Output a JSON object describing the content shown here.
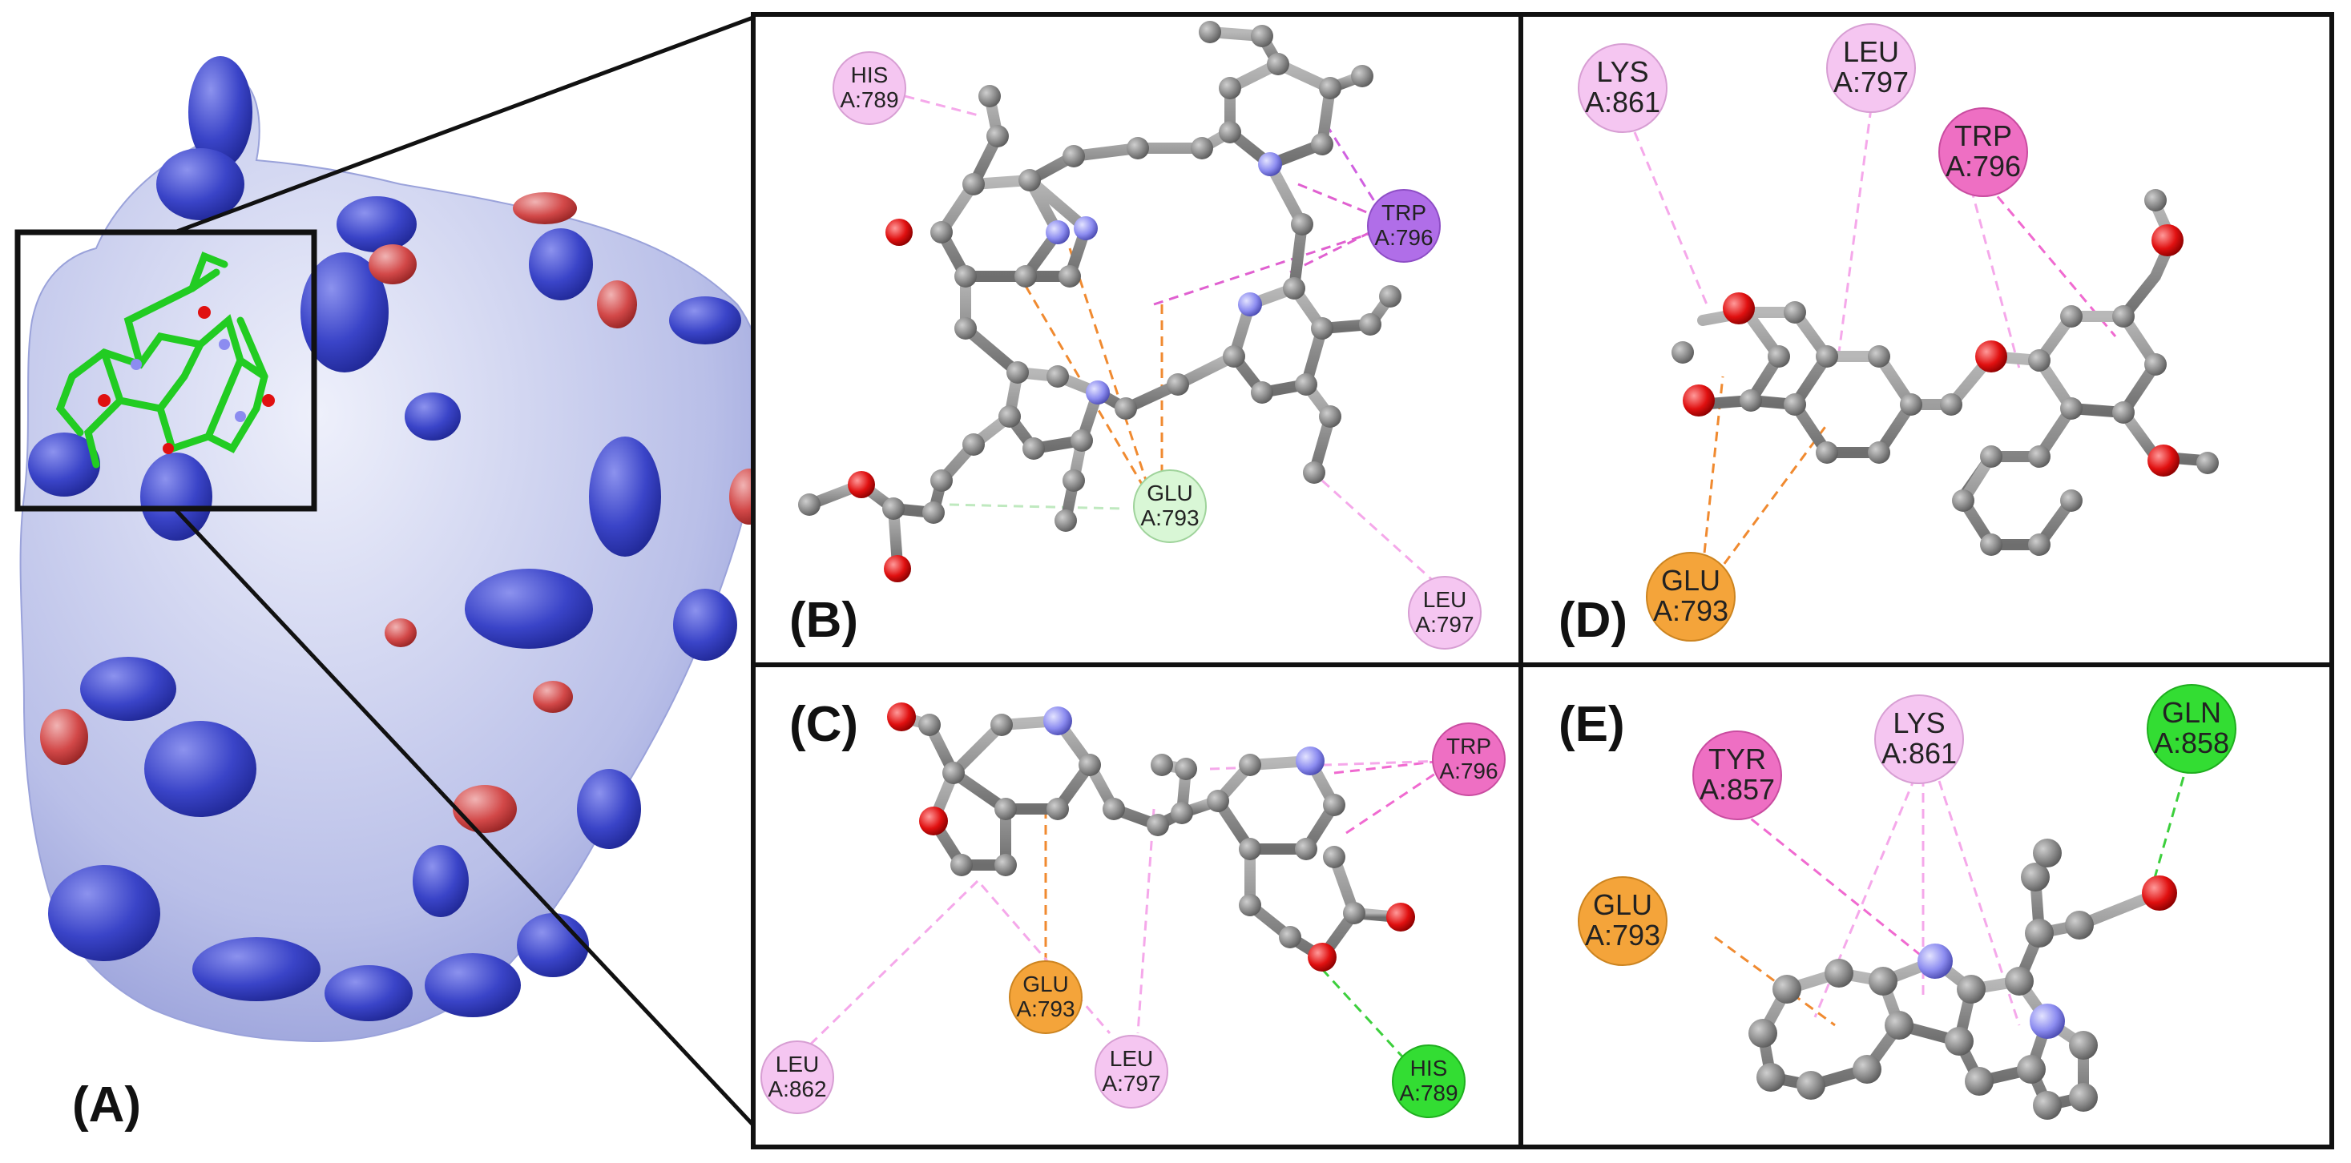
{
  "panels": {
    "A": {
      "label": "(A)"
    },
    "B": {
      "label": "(B)",
      "residues": [
        {
          "name": "HIS",
          "chain": "A:789",
          "color": "#f5c6f1"
        },
        {
          "name": "TRP",
          "chain": "A:796",
          "color": "#b06ee8"
        },
        {
          "name": "GLU",
          "chain": "A:793",
          "color": "#d9f7d6"
        },
        {
          "name": "LEU",
          "chain": "A:797",
          "color": "#f5c6f1"
        }
      ]
    },
    "C": {
      "label": "(C)",
      "residues": [
        {
          "name": "TRP",
          "chain": "A:796",
          "color": "#ee6fc3"
        },
        {
          "name": "GLU",
          "chain": "A:793",
          "color": "#f4a43a"
        },
        {
          "name": "LEU",
          "chain": "A:862",
          "color": "#f5c6f1"
        },
        {
          "name": "LEU",
          "chain": "A:797",
          "color": "#f5c6f1"
        },
        {
          "name": "HIS",
          "chain": "A:789",
          "color": "#33dd33"
        }
      ]
    },
    "D": {
      "label": "(D)",
      "residues": [
        {
          "name": "LYS",
          "chain": "A:861",
          "color": "#f5c6f1"
        },
        {
          "name": "LEU",
          "chain": "A:797",
          "color": "#f5c6f1"
        },
        {
          "name": "TRP",
          "chain": "A:796",
          "color": "#ee6fc3"
        },
        {
          "name": "GLU",
          "chain": "A:793",
          "color": "#f4a43a"
        }
      ]
    },
    "E": {
      "label": "(E)",
      "residues": [
        {
          "name": "TYR",
          "chain": "A:857",
          "color": "#ee6fc3"
        },
        {
          "name": "LYS",
          "chain": "A:861",
          "color": "#f5c6f1"
        },
        {
          "name": "GLN",
          "chain": "A:858",
          "color": "#33dd33"
        },
        {
          "name": "GLU",
          "chain": "A:793",
          "color": "#f4a43a"
        }
      ]
    }
  },
  "colors": {
    "carbon": "#8a8a8a",
    "nitrogen": "#8c8cf0",
    "oxygen": "#e01010",
    "ligand": "#22cc22",
    "surface_blue": "#3a44c8",
    "surface_pale": "#c8cdec",
    "surface_red": "#d24848",
    "pi_alkyl": "#f06ad0",
    "pi_anion": "#f08a30",
    "hbond": "#3ccf3c",
    "vdw": "#b7e8b7"
  }
}
